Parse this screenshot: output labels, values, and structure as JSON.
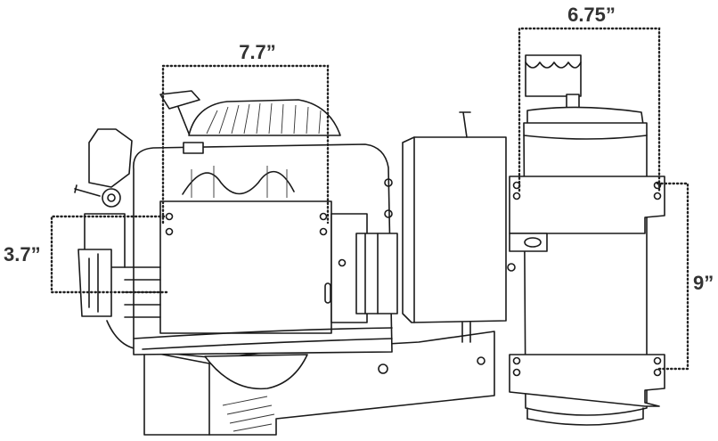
{
  "dimensions": {
    "engine_width": "7.7”",
    "tank_width": "6.75”",
    "height_side": "3.7”",
    "tank_bracket_span": "9”"
  },
  "colors": {
    "line": "#1a1a1a",
    "label": "#333333",
    "background": "#ffffff"
  },
  "icons": [
    "engine-drawing",
    "fuel-tank-drawing",
    "mounting-bracket-drawing"
  ]
}
